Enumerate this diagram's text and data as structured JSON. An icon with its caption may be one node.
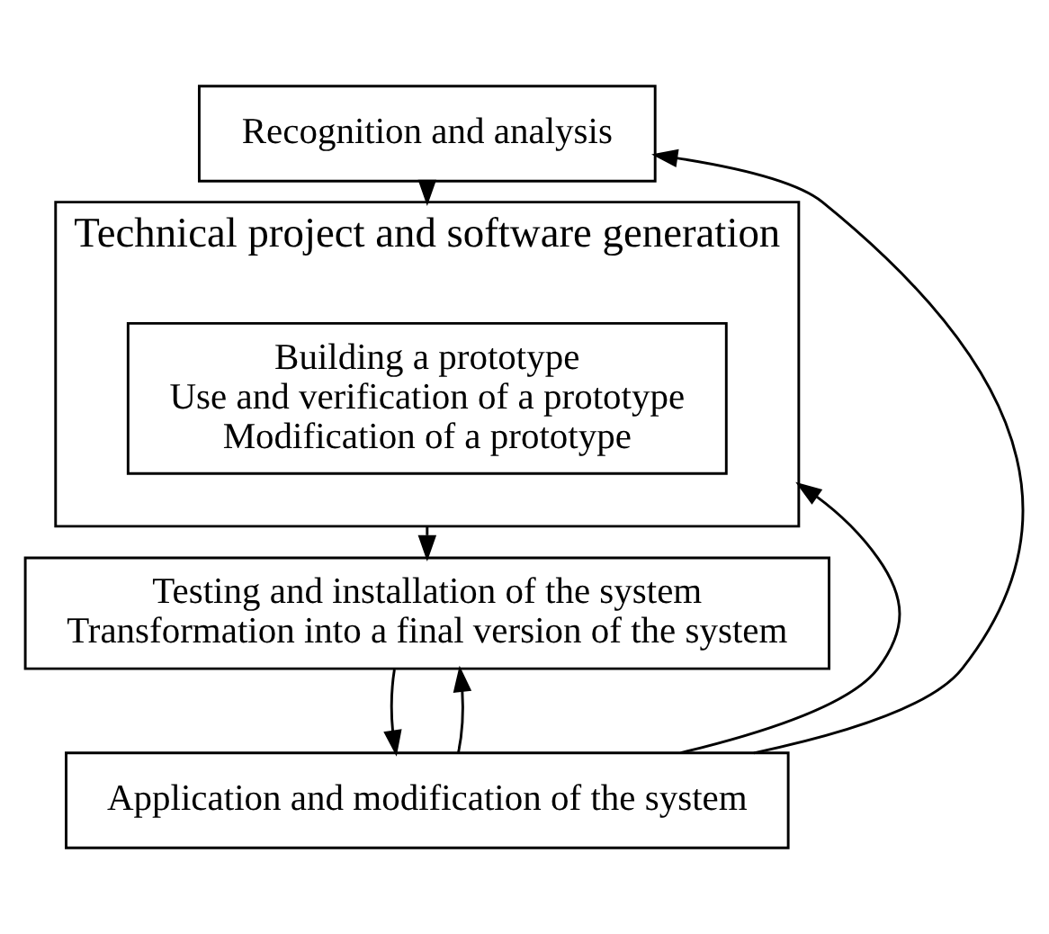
{
  "diagram": {
    "nodes": [
      {
        "text": [
          "Recognition and analysis"
        ]
      },
      {
        "text": [
          "Technical project and software generation"
        ]
      },
      {
        "text": [
          "Building a prototype",
          "Use and verification of a prototype",
          "Modification of a prototype"
        ],
        "in": 1
      },
      {
        "text": [
          "Testing and installation of the system",
          "Transformation into a final version of the system"
        ]
      },
      {
        "text": [
          "Application and modification of the system"
        ]
      }
    ],
    "edges": [
      {
        "from": 0,
        "to": 1,
        "arrow": "to"
      },
      {
        "from": 1,
        "to": 3,
        "arrow": "to"
      },
      {
        "from": 3,
        "to": 4,
        "arrow": "to"
      },
      {
        "from": 4,
        "to": 0,
        "arrow": "to"
      },
      {
        "from": 4,
        "to": 1,
        "arrow": "to"
      },
      {
        "from": 4,
        "to": 3,
        "arrow": "to"
      }
    ]
  }
}
